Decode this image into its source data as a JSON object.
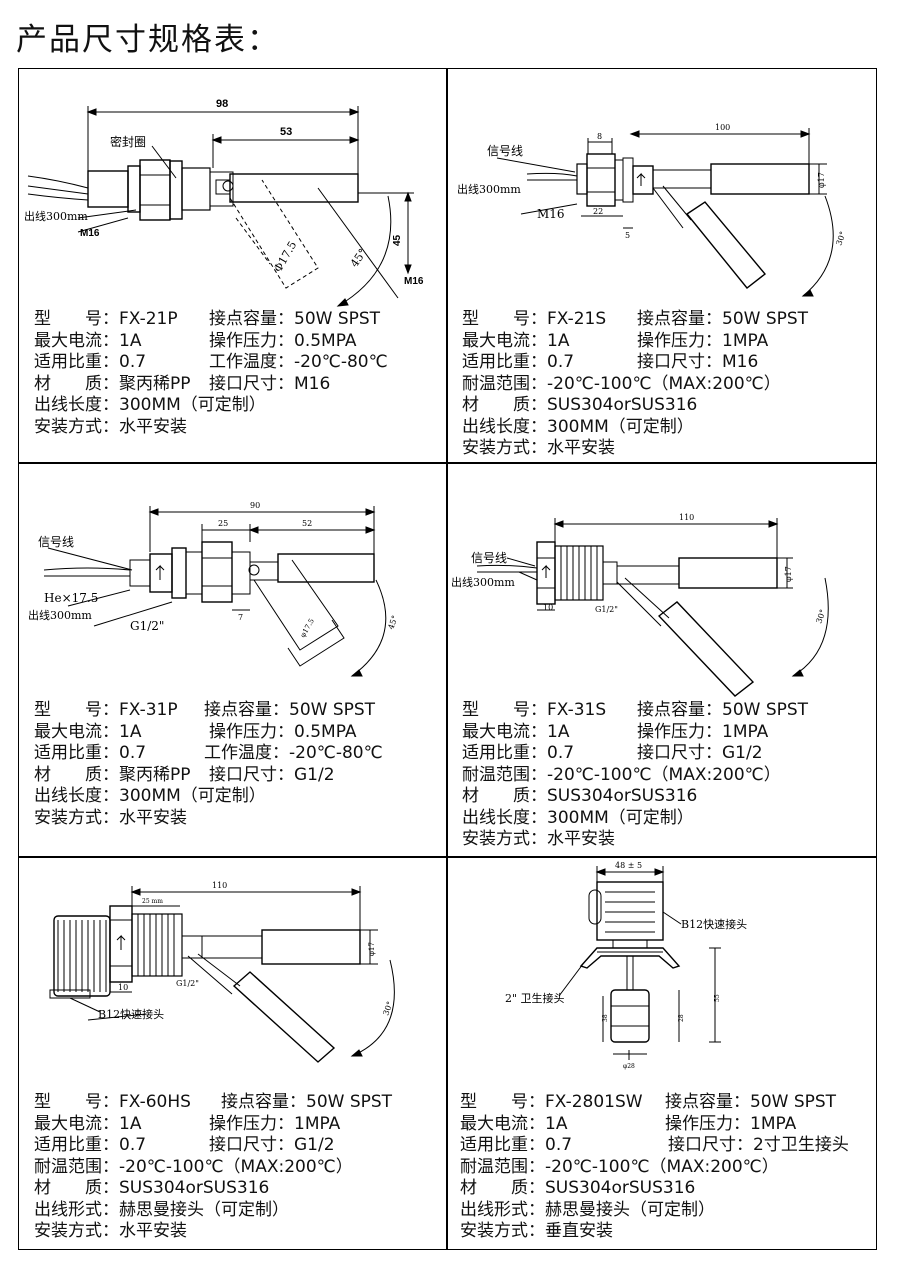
{
  "title": "产品尺寸规格表：",
  "panels": [
    {
      "id": "fx-21p",
      "drawing": {
        "dim_98": "98",
        "dim_53": "53",
        "seal": "密封圈",
        "wire": "出线300mm",
        "thread": "M16",
        "dia": "Φ17.5",
        "angle": "45°",
        "dim_45": "45",
        "m16b": "M16"
      },
      "specs": [
        [
          "型　　号：FX-21P",
          "接点容量：50W SPST"
        ],
        [
          "最大电流：1A",
          "操作压力：0.5MPA"
        ],
        [
          "适用比重：0.7",
          "工作温度：-20℃-80℃"
        ],
        [
          "材　　质：聚丙稀PP",
          "接口尺寸：M16"
        ],
        [
          "出线长度：300MM（可定制）",
          ""
        ],
        [
          "安装方式：水平安装",
          ""
        ]
      ]
    },
    {
      "id": "fx-21s",
      "drawing": {
        "dim_100": "100",
        "dim_8": "8",
        "signal": "信号线",
        "wire": "出线300mm",
        "thread": "M16",
        "dim_22": "22",
        "dim_5": "5",
        "dia": "φ17",
        "angle": "30°"
      },
      "specs": [
        [
          "型　　号：FX-21S",
          "接点容量：50W SPST"
        ],
        [
          "最大电流：1A",
          "操作压力：1MPA"
        ],
        [
          "适用比重：0.7",
          "接口尺寸：M16"
        ],
        [
          "耐温范围：-20℃-100℃（MAX:200℃）",
          ""
        ],
        [
          "材　　质：SUS304orSUS316",
          ""
        ],
        [
          "出线长度：300MM（可定制）",
          ""
        ],
        [
          "安装方式：水平安装",
          ""
        ]
      ]
    },
    {
      "id": "fx-31p",
      "drawing": {
        "dim_90": "90",
        "dim_25": "25",
        "dim_52": "52",
        "signal": "信号线",
        "hex": "He×17.5",
        "wire": "出线300mm",
        "thread": "G1/2\"",
        "dim_7": "7",
        "dia": "φ17.5",
        "angle": "45°"
      },
      "specs": [
        [
          "型　　号：FX-31P",
          "接点容量：50W SPST"
        ],
        [
          "最大电流：1A",
          "操作压力：0.5MPA"
        ],
        [
          "适用比重：0.7",
          "工作温度：-20℃-80℃"
        ],
        [
          "材　　质：聚丙稀PP",
          "接口尺寸：G1/2"
        ],
        [
          "出线长度：300MM（可定制）",
          ""
        ],
        [
          "安装方式：水平安装",
          ""
        ]
      ]
    },
    {
      "id": "fx-31s",
      "drawing": {
        "dim_110": "110",
        "signal": "信号线",
        "wire": "出线300mm",
        "dim_10": "10",
        "thread": "G1/2\"",
        "dia": "φ17",
        "angle": "30°"
      },
      "specs": [
        [
          "型　　号：FX-31S",
          "接点容量：50W SPST"
        ],
        [
          "最大电流：1A",
          "操作压力：1MPA"
        ],
        [
          "适用比重：0.7",
          "接口尺寸：G1/2"
        ],
        [
          "耐温范围：-20℃-100℃（MAX:200℃）",
          ""
        ],
        [
          "材　　质：SUS304orSUS316",
          ""
        ],
        [
          "出线长度：300MM（可定制）",
          ""
        ],
        [
          "安装方式：水平安装",
          ""
        ]
      ]
    },
    {
      "id": "fx-60hs",
      "drawing": {
        "dim_110": "110",
        "dim_25": "25 mm",
        "dim_10": "10",
        "thread": "G1/2\"",
        "dia": "φ17",
        "angle": "30°",
        "connector": "B12快速接头"
      },
      "specs": [
        [
          "型　　号：FX-60HS",
          "接点容量：50W SPST"
        ],
        [
          "最大电流：1A",
          "操作压力：1MPA"
        ],
        [
          "适用比重：0.7",
          "接口尺寸：G1/2"
        ],
        [
          "耐温范围：-20℃-100℃（MAX:200℃）",
          ""
        ],
        [
          "材　　质：SUS304orSUS316",
          ""
        ],
        [
          "出线形式：赫思曼接头（可定制）",
          ""
        ],
        [
          "安装方式：水平安装",
          ""
        ]
      ]
    },
    {
      "id": "fx-2801sw",
      "drawing": {
        "dim_48": "48 ± 5",
        "connector": "B12快速接头",
        "clamp": "2\" 卫生接头",
        "dim_55": "55",
        "dim_28": "28",
        "dim_38": "38",
        "dim_20": "φ28"
      },
      "specs": [
        [
          "型　　号：FX-2801SW",
          "接点容量：50W SPST"
        ],
        [
          "最大电流：1A",
          "操作压力：1MPA"
        ],
        [
          "适用比重：0.7",
          "接口尺寸：2寸卫生接头"
        ],
        [
          "耐温范围：-20℃-100℃（MAX:200℃）",
          ""
        ],
        [
          "材　　质：SUS304orSUS316",
          ""
        ],
        [
          "出线形式：赫思曼接头（可定制）",
          ""
        ],
        [
          "安装方式：垂直安装",
          ""
        ]
      ]
    }
  ]
}
